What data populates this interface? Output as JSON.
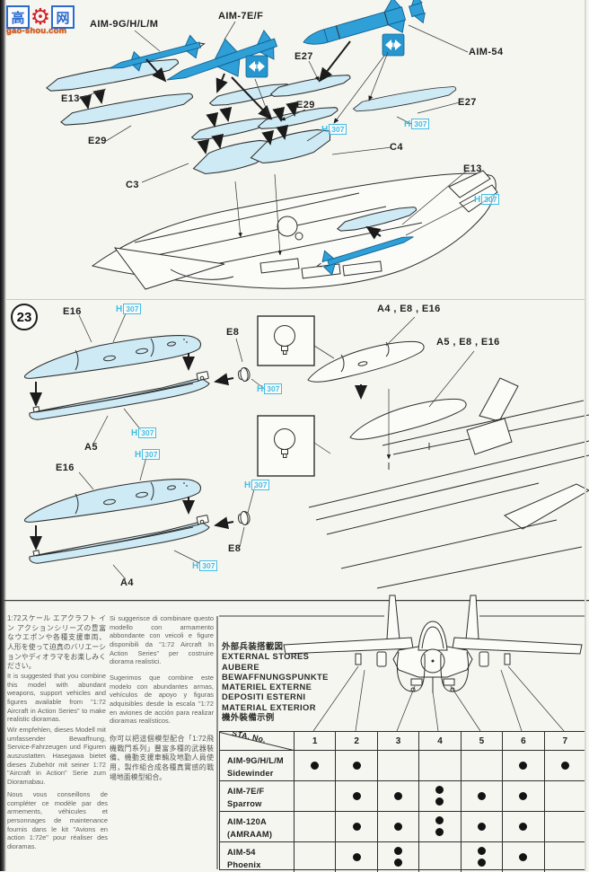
{
  "watermark": {
    "left_char": "高",
    "right_char": "网",
    "domain": "gao-shou.com"
  },
  "paint": {
    "prefix": "H",
    "code": "307"
  },
  "top": {
    "aim9": "AIM-9G/H/L/M",
    "aim7": "AIM-7E/F",
    "aim54": "AIM-54",
    "e13": "E13",
    "e27": "E27",
    "e29": "E29",
    "c3": "C3",
    "c4": "C4"
  },
  "step23": {
    "number": "23",
    "e16": "E16",
    "e8": "E8",
    "a5": "A5",
    "a4": "A4",
    "combo_top": "A4 , E8 , E16",
    "combo_bottom": "A5 , E8 , E16"
  },
  "notes": {
    "ja": "1:72スケール エアクラフト イン アクションシリーズの豊富なウエポンや各種支援車両、人形を使って迫真のバリエーションやディオラマをお楽しみください。",
    "en": "It is suggested that you combine this model with abundant weapons, support vehicles and figures available from \"1:72 Aircraft in Action Series\" to make realistic dioramas.",
    "de": "Wir empfehlen, dieses Modell mit umfassender Bewaffnung, Service-Fahrzeugen und Figuren auszustatten. Hasegawa bietet dieses Zubehör mit seiner 1:72 \"Aircraft in Action\" Serie zum Dioramabau.",
    "fr": "Nous vous conseillons de compléter ce modèle par des armements, véhicules et personnages de maintenance fournis dans le kit \"Avions en action 1:72e\" pour réaliser des dioramas.",
    "it": "Si suggerisce di combinare questo modello con armamento abbondante con veicoli e figure disponibili da \"1:72 Aircraft In Action Series\" per costruire diorama realistici.",
    "es": "Sugerimos que combine este modelo con abundantes armas, vehículos de apoyo y figuras adquisibles desde la escala \"1:72 en aviones de acción para realizar dioramas realísticos.",
    "zh": "你可以把這個模型配合「1:72飛機戰鬥系列」豐富多種的武器裝備、機動支援車輛及地勤人員使用，製作組合成各種真實感的戰場地面模型組合。"
  },
  "stores": {
    "titles": [
      "外部兵装搭載図",
      "EXTERNAL STORES",
      "AUBERE",
      "BEWAFFNUNGSPUNKTE",
      "MATERIEL EXTERNE",
      "DEPOSITI ESTERNI",
      "MATERIAL EXTERIOR",
      "機外裝備示例"
    ],
    "sta_label": "STA. No.",
    "columns": [
      "1",
      "2",
      "3",
      "4",
      "5",
      "6",
      "7"
    ],
    "rows": [
      {
        "name": "AIM-9G/H/L/M",
        "sub": "Sidewinder",
        "dots": [
          1,
          1,
          0,
          0,
          0,
          1,
          1
        ]
      },
      {
        "name": "AIM-7E/F",
        "sub": "Sparrow",
        "dots": [
          0,
          1,
          1,
          2,
          1,
          1,
          0
        ]
      },
      {
        "name": "AIM-120A",
        "sub": "(AMRAAM)",
        "dots": [
          0,
          1,
          1,
          2,
          1,
          1,
          0
        ]
      },
      {
        "name": "AIM-54",
        "sub": "Phoenix",
        "dots": [
          0,
          1,
          2,
          0,
          2,
          1,
          0
        ]
      }
    ]
  },
  "colors": {
    "part_blue": "#2f9fd8",
    "part_cyan": "#cdeaf5",
    "callout": "#41bde6",
    "line": "#2e2e2e"
  }
}
